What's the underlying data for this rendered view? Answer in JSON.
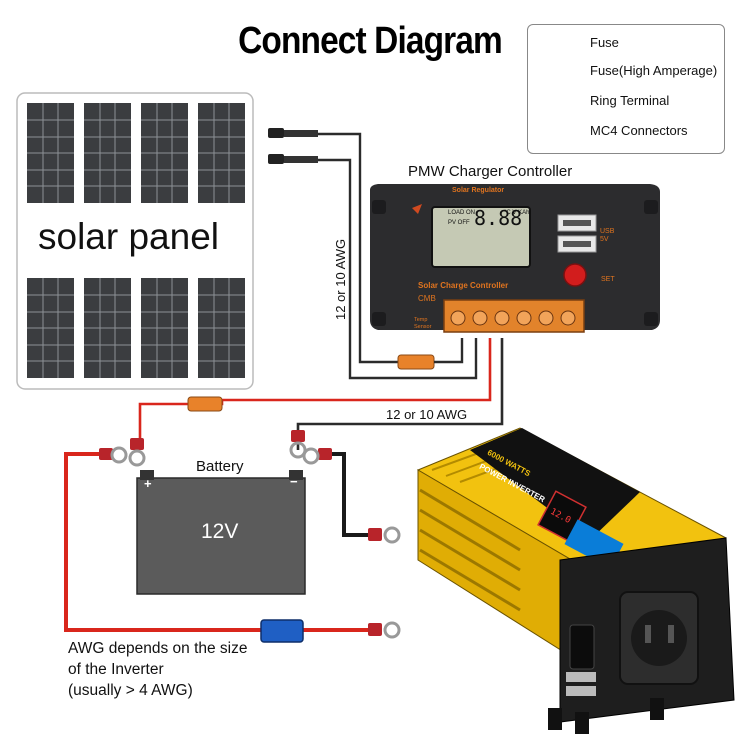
{
  "title": "Connect Diagram",
  "legend": {
    "items": [
      {
        "label": "Fuse",
        "icon": "fuse-icon",
        "color": "#e8822a"
      },
      {
        "label": "Fuse(High Amperage)",
        "icon": "high-amperage-fuse-icon",
        "color": "#1f5fc4"
      },
      {
        "label": "Ring Terminal",
        "icon": "ring-terminal-icon",
        "color": "#b8242a"
      },
      {
        "label": "MC4 Connectors",
        "icon": "mc4-connector-icon",
        "color": "#222222"
      }
    ]
  },
  "solar_panel": {
    "label": "solar panel"
  },
  "controller": {
    "heading": "PMW Charger Controller",
    "top_text": "Solar Regulator",
    "model_text": "Solar Charge Controller",
    "cmb_text": "CMB",
    "temp_text": "Temp Sensor",
    "usb_text": "USB 5V",
    "set_text": "SET",
    "lcd_digits": "8.88",
    "lcd_load_on": "LOAD ON",
    "lcd_pv_off": "PV OFF",
    "lcd_units": "°C V KAh"
  },
  "wire_labels": {
    "vertical": "12 or 10 AWG",
    "horizontal": "12 or 10 AWG"
  },
  "battery": {
    "label": "Battery",
    "voltage": "12V",
    "plus": "+",
    "minus": "−"
  },
  "inverter": {
    "watts": "6000 WATTS",
    "name": "POWER INVERTER",
    "screen": "12.0"
  },
  "note": {
    "line1": "AWG depends on the size",
    "line2": "of the Inverter",
    "line3": "(usually  > 4 AWG)"
  },
  "colors": {
    "wire_red": "#d9261c",
    "wire_dark": "#2b2b2b",
    "inverter_yellow": "#f2c20f",
    "controller_body": "#2c2c2e",
    "terminal_orange": "#e2832b",
    "battery_body": "#5b5b5b"
  }
}
